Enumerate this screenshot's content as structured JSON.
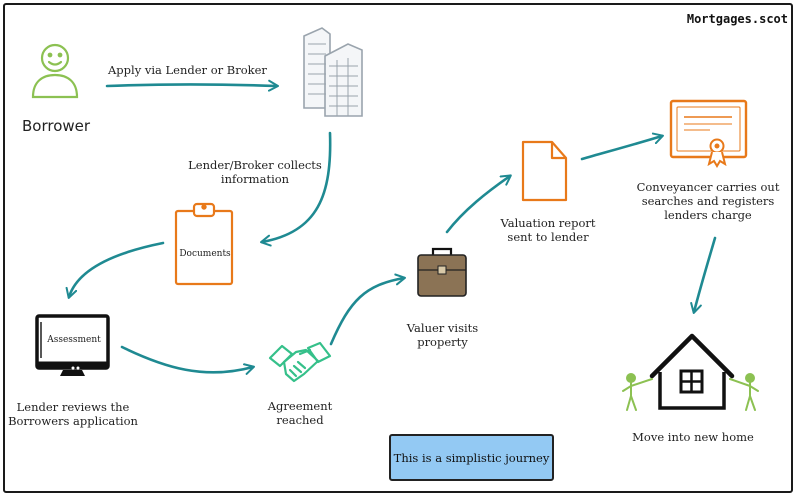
{
  "brand": "Mortgages.scot",
  "colors": {
    "arrow": "#1f8a92",
    "orange": "#e8791a",
    "green": "#8cc152",
    "teal_green": "#35c08a",
    "grey": "#9aa4ad",
    "note_fill": "#93c9f3"
  },
  "nodes": {
    "borrower": {
      "label": "Borrower",
      "icon": "smiley-person-icon"
    },
    "lender": {
      "icon": "office-buildings-icon"
    },
    "documents": {
      "label": "Documents",
      "icon": "clipboard-icon"
    },
    "assessment": {
      "label": "Assessment",
      "icon": "computer-monitor-icon"
    },
    "agreement": {
      "label_line1": "Agreement",
      "label_line2": "reached",
      "icon": "handshake-icon"
    },
    "valuer": {
      "label_line1": "Valuer visits",
      "label_line2": "property",
      "icon": "briefcase-icon"
    },
    "valuation": {
      "label_line1": "Valuation report",
      "label_line2": "sent to lender",
      "icon": "document-icon"
    },
    "conveyancer": {
      "label_line1": "Conveyancer carries out",
      "label_line2": "searches and registers",
      "label_line3": "lenders charge",
      "icon": "certificate-icon"
    },
    "home": {
      "label": "Move into new home",
      "icon": "house-icon"
    }
  },
  "edges": {
    "apply": "Apply via Lender or Broker",
    "collects_line1": "Lender/Broker collects",
    "collects_line2": "information",
    "reviews_line1": "Lender reviews the",
    "reviews_line2": "Borrowers application"
  },
  "note": "This is a simplistic journey"
}
